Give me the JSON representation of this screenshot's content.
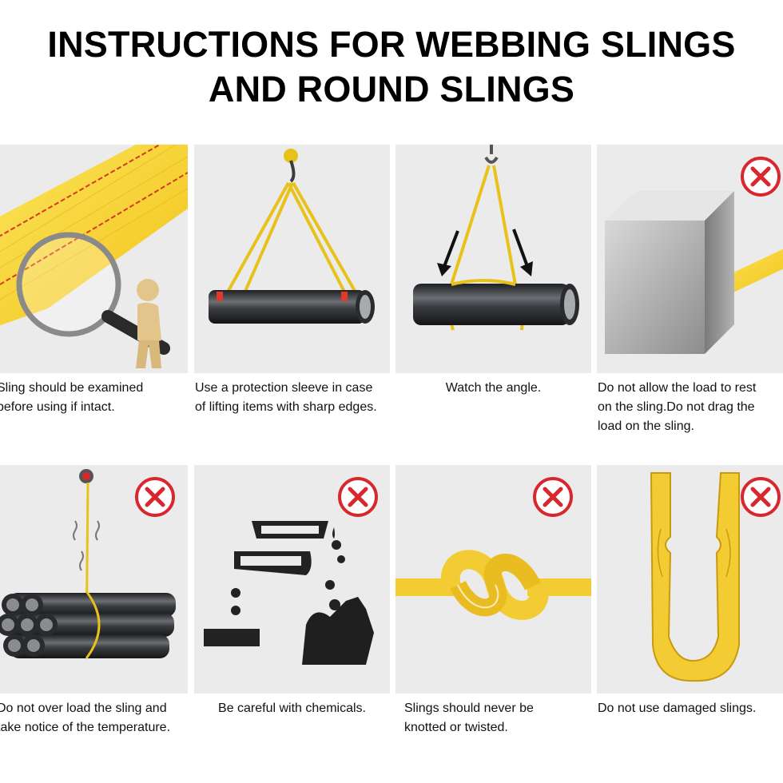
{
  "title": {
    "line1": "INSTRUCTIONS FOR WEBBING SLINGS",
    "line2": "AND ROUND SLINGS"
  },
  "colors": {
    "panel_bg": "#ebebeb",
    "sling_yellow": "#f4d33b",
    "forbidden_red": "#d8282e",
    "pipe_dark": "#3a3c40"
  },
  "panels": [
    {
      "image": "magnifier-inspecting-sling-image",
      "allowed": true,
      "caption": [
        "Sling should be examined",
        "before using if intact."
      ]
    },
    {
      "image": "pipe-with-protection-sleeve-image",
      "allowed": true,
      "caption": [
        "Use a protection sleeve in case",
        "of lifting items with sharp edges."
      ]
    },
    {
      "image": "sling-angle-image",
      "allowed": true,
      "caption": [
        "Watch the angle."
      ]
    },
    {
      "image": "load-resting-on-sling-image",
      "allowed": false,
      "icon": "forbidden-icon",
      "caption": [
        "Do not allow the load to rest",
        "on the sling.Do not drag the",
        "load on the sling."
      ]
    },
    {
      "image": "overloaded-pipe-bundle-image",
      "allowed": false,
      "icon": "forbidden-icon",
      "caption": [
        "Do not over load the sling and",
        "take notice of the temperature."
      ]
    },
    {
      "image": "chemicals-image",
      "allowed": false,
      "icon": "forbidden-icon",
      "caption": [
        "Be careful with chemicals."
      ]
    },
    {
      "image": "knotted-sling-image",
      "allowed": false,
      "icon": "forbidden-icon",
      "caption": [
        "Slings should never be",
        "knotted or twisted."
      ]
    },
    {
      "image": "damaged-sling-image",
      "allowed": false,
      "icon": "forbidden-icon",
      "caption": [
        "Do not use damaged slings."
      ]
    }
  ]
}
